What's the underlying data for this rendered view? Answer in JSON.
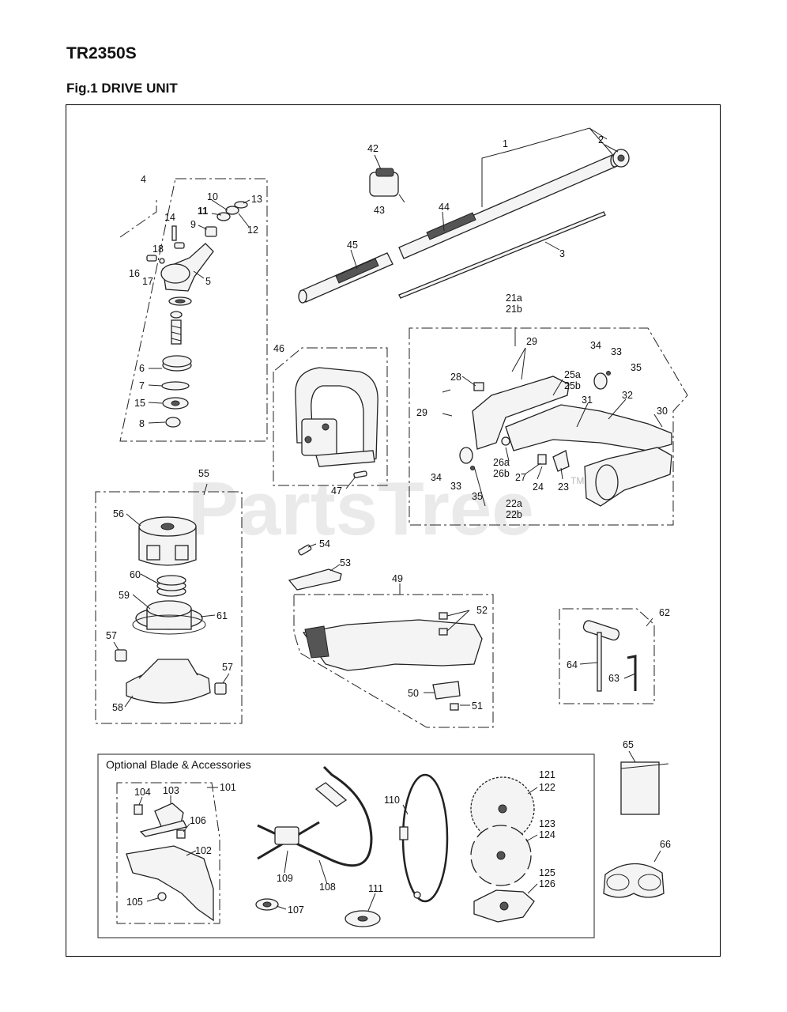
{
  "header": {
    "model": "TR2350S",
    "figure": "Fig.1 DRIVE UNIT"
  },
  "watermark": "PartsTree",
  "watermark_tm": "TM",
  "optional_section": {
    "title": "Optional Blade & Accessories"
  },
  "labels": {
    "l1": "1",
    "l2": "2",
    "l3": "3",
    "l4": "4",
    "l5": "5",
    "l6": "6",
    "l7": "7",
    "l8": "8",
    "l9": "9",
    "l10": "10",
    "l11": "11",
    "l12": "12",
    "l13": "13",
    "l14": "14",
    "l15": "15",
    "l16": "16",
    "l17": "17",
    "l18": "18",
    "l21": "21a",
    "l21b": "21b",
    "l22": "22a",
    "l22b": "22b",
    "l23": "23",
    "l24": "24",
    "l25": "25a",
    "l25b": "25b",
    "l26": "26a",
    "l26b": "26b",
    "l27": "27",
    "l28": "28",
    "l29a": "29",
    "l29b": "29",
    "l30": "30",
    "l31": "31",
    "l32": "32",
    "l33a": "33",
    "l33b": "33",
    "l34a": "34",
    "l34b": "34",
    "l35a": "35",
    "l35b": "35",
    "l42": "42",
    "l43": "43",
    "l44": "44",
    "l45": "45",
    "l46": "46",
    "l47": "47",
    "l49": "49",
    "l50": "50",
    "l51": "51",
    "l52": "52",
    "l53": "53",
    "l54": "54",
    "l55": "55",
    "l56": "56",
    "l57a": "57",
    "l57b": "57",
    "l58": "58",
    "l59": "59",
    "l60": "60",
    "l61": "61",
    "l62": "62",
    "l63": "63",
    "l64": "64",
    "l65": "65",
    "l66": "66",
    "l101": "101",
    "l102": "102",
    "l103": "103",
    "l104": "104",
    "l105": "105",
    "l106": "106",
    "l107": "107",
    "l108": "108",
    "l109": "109",
    "l110": "110",
    "l111": "111",
    "l121": "121",
    "l122": "122",
    "l123": "123",
    "l124": "124",
    "l125": "125",
    "l126": "126"
  }
}
